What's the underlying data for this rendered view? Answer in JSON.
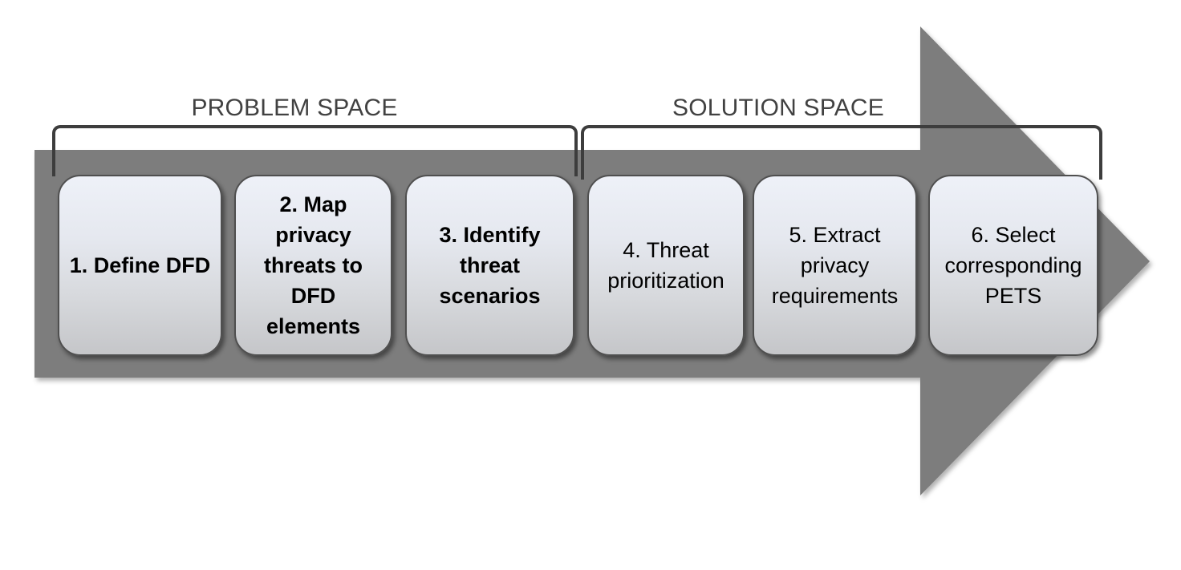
{
  "diagram": {
    "type": "process-flow",
    "problem_space_label": "PROBLEM SPACE",
    "solution_space_label": "SOLUTION SPACE",
    "steps": [
      {
        "number": 1,
        "space": "problem",
        "text": "1. Define DFD"
      },
      {
        "number": 2,
        "space": "problem",
        "text": "2. Map\nprivacy\nthreats to\nDFD\nelements"
      },
      {
        "number": 3,
        "space": "problem",
        "text": "3. Identify\nthreat\nscenarios"
      },
      {
        "number": 4,
        "space": "solution",
        "text": "4. Threat\nprioritization"
      },
      {
        "number": 5,
        "space": "solution",
        "text": "5. Extract\nprivacy\nrequirements"
      },
      {
        "number": 6,
        "space": "solution",
        "text": "6. Select\ncorresponding\nPETS"
      }
    ],
    "colors": {
      "arrow_fill": "#7d7d7d",
      "bracket": "#3d3d3d",
      "label_text": "#414141",
      "step_text": "#000000",
      "box_gradient_top": "#eef1f8",
      "box_gradient_bottom": "#c5c6c9",
      "box_border": "#4f4f4f",
      "background": "#ffffff"
    }
  }
}
